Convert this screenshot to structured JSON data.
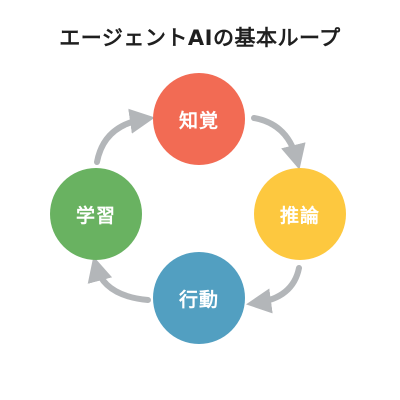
{
  "title": "エージェントAIの基本ループ",
  "nodes": [
    {
      "id": "perception",
      "label": "知覚",
      "color": "#f26b54"
    },
    {
      "id": "reasoning",
      "label": "推論",
      "color": "#fdc83f"
    },
    {
      "id": "action",
      "label": "行動",
      "color": "#529fc1"
    },
    {
      "id": "learning",
      "label": "学習",
      "color": "#69b261"
    }
  ],
  "arrow_color": "#b3b6b9",
  "flow": [
    "perception",
    "reasoning",
    "action",
    "learning",
    "perception"
  ]
}
